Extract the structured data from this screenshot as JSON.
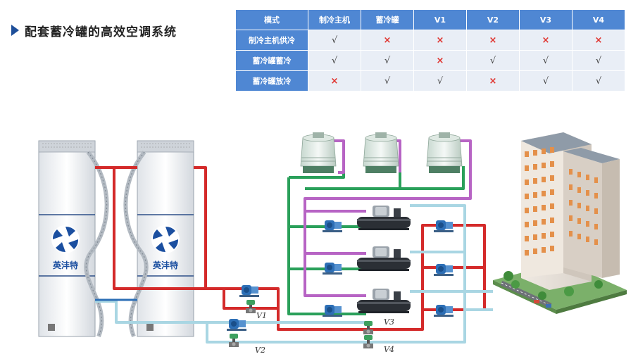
{
  "heading": "配套蓄冷罐的高效空调系统",
  "table": {
    "headers": [
      "模式",
      "制冷主机",
      "蓄冷罐",
      "V1",
      "V2",
      "V3",
      "V4"
    ],
    "rows": [
      {
        "mode": "制冷主机供冷",
        "cells": [
          "√",
          "×",
          "×",
          "×",
          "×",
          "×"
        ]
      },
      {
        "mode": "蓄冷罐蓄冷",
        "cells": [
          "√",
          "√",
          "×",
          "√",
          "√",
          "√"
        ]
      },
      {
        "mode": "蓄冷罐放冷",
        "cells": [
          "×",
          "√",
          "√",
          "×",
          "√",
          "√"
        ]
      }
    ]
  },
  "tanks": {
    "brand": "英沣特"
  },
  "valves": {
    "v1": "V1",
    "v2": "V2",
    "v3": "V3",
    "v4": "V4"
  },
  "colors": {
    "supply_red": "#d42a2a",
    "light_blue": "#a9d6e3",
    "green": "#2aa05a",
    "purple": "#b764c4",
    "header_blue": "#4f87d3",
    "cell_bg": "#e9eef6",
    "no_mark": "#e0332e"
  }
}
